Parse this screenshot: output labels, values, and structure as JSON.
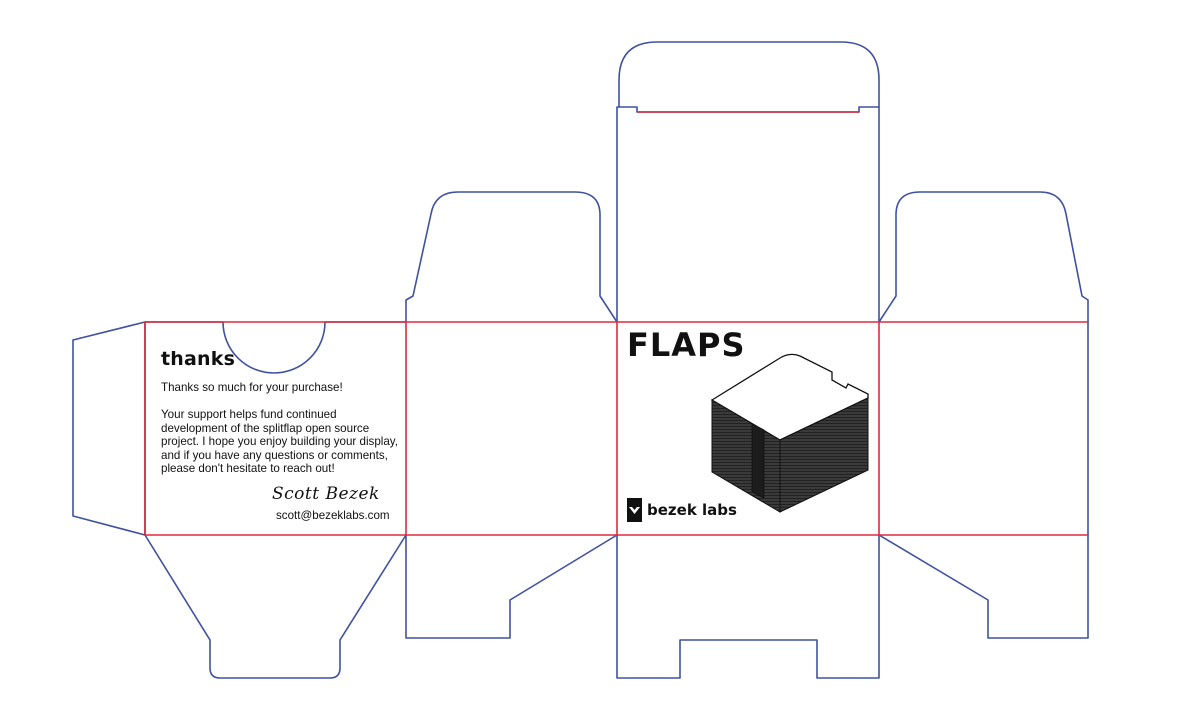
{
  "thanks_panel": {
    "title": "thanks",
    "line1": "Thanks so much for your purchase!",
    "body": "Your support helps fund continued development of the splitflap open source project. I hope you enjoy building your display, and if you have any questions or comments, please don't hesitate to reach out!",
    "signature": "Scott Bezek",
    "email": "scott@bezeklabs.com"
  },
  "front_panel": {
    "product_name": "FLAPS",
    "brand_name": "bezek labs"
  },
  "colors": {
    "cut_line": "#3f51a0",
    "fold_line": "#e0283c",
    "text": "#111111"
  },
  "icons": [
    "bezek-labs-logo-icon",
    "splitflap-module-illustration"
  ]
}
